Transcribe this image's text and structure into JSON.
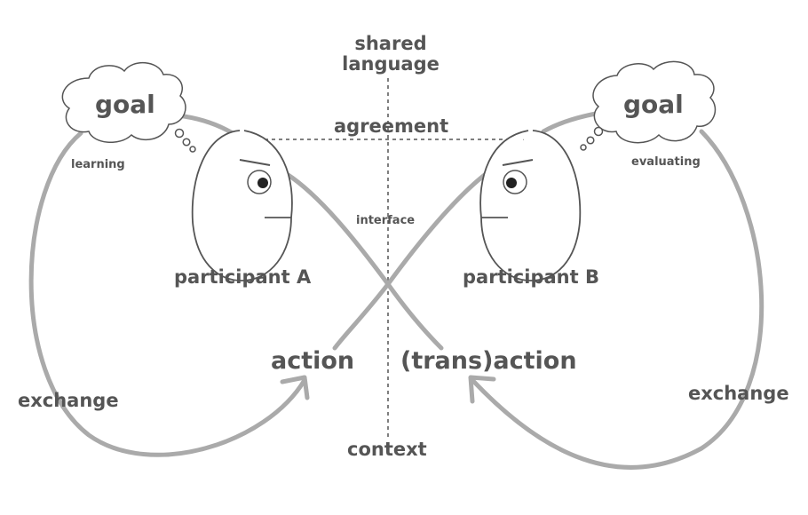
{
  "labels": {
    "shared_language": "shared\nlanguage",
    "agreement": "agreement",
    "interface": "interface",
    "context": "context",
    "goal_a": "goal",
    "goal_b": "goal",
    "learning": "learning",
    "evaluating": "evaluating",
    "participant_a": "participant A",
    "participant_b": "participant B",
    "action": "action",
    "transaction": "(trans)action",
    "exchange_left": "exchange",
    "exchange_right": "exchange"
  },
  "colors": {
    "line": "#555555",
    "loop": "#aaaaaa",
    "text": "#555555"
  }
}
